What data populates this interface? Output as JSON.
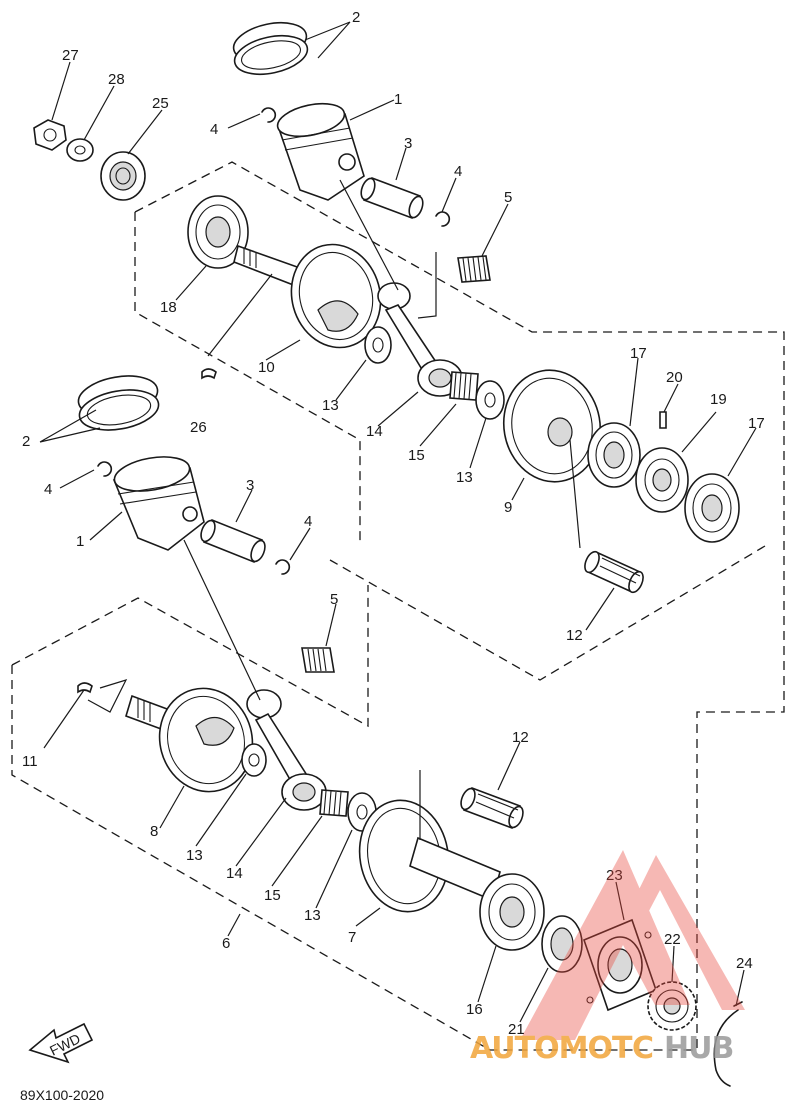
{
  "diagram_code": "89X100-2020",
  "direction_badge": "FWD",
  "watermark": {
    "part1": "AUTOMOT",
    "part2": "C",
    "part3": "HUB",
    "accent_color": "#e8463c",
    "text_color": "#f2a53a"
  },
  "callouts": [
    {
      "key": "c2a",
      "text": "2"
    },
    {
      "key": "c27",
      "text": "27"
    },
    {
      "key": "c28",
      "text": "28"
    },
    {
      "key": "c25",
      "text": "25"
    },
    {
      "key": "c4a",
      "text": "4"
    },
    {
      "key": "c1a",
      "text": "1"
    },
    {
      "key": "c3a",
      "text": "3"
    },
    {
      "key": "c4b",
      "text": "4"
    },
    {
      "key": "c5a",
      "text": "5"
    },
    {
      "key": "c18",
      "text": "18"
    },
    {
      "key": "c10",
      "text": "10"
    },
    {
      "key": "c26",
      "text": "26"
    },
    {
      "key": "c13a",
      "text": "13"
    },
    {
      "key": "c14a",
      "text": "14"
    },
    {
      "key": "c15a",
      "text": "15"
    },
    {
      "key": "c13b",
      "text": "13"
    },
    {
      "key": "c9",
      "text": "9"
    },
    {
      "key": "c17a",
      "text": "17"
    },
    {
      "key": "c20",
      "text": "20"
    },
    {
      "key": "c19",
      "text": "19"
    },
    {
      "key": "c17b",
      "text": "17"
    },
    {
      "key": "c12a",
      "text": "12"
    },
    {
      "key": "c2b",
      "text": "2"
    },
    {
      "key": "c4c",
      "text": "4"
    },
    {
      "key": "c1b",
      "text": "1"
    },
    {
      "key": "c3b",
      "text": "3"
    },
    {
      "key": "c4d",
      "text": "4"
    },
    {
      "key": "c5b",
      "text": "5"
    },
    {
      "key": "c11",
      "text": "11"
    },
    {
      "key": "c8",
      "text": "8"
    },
    {
      "key": "c13c",
      "text": "13"
    },
    {
      "key": "c14b",
      "text": "14"
    },
    {
      "key": "c15b",
      "text": "15"
    },
    {
      "key": "c13d",
      "text": "13"
    },
    {
      "key": "c12b",
      "text": "12"
    },
    {
      "key": "c7",
      "text": "7"
    },
    {
      "key": "c16",
      "text": "16"
    },
    {
      "key": "c6",
      "text": "6"
    },
    {
      "key": "c23",
      "text": "23"
    },
    {
      "key": "c22",
      "text": "22"
    },
    {
      "key": "c24",
      "text": "24"
    },
    {
      "key": "c21",
      "text": "21"
    }
  ]
}
